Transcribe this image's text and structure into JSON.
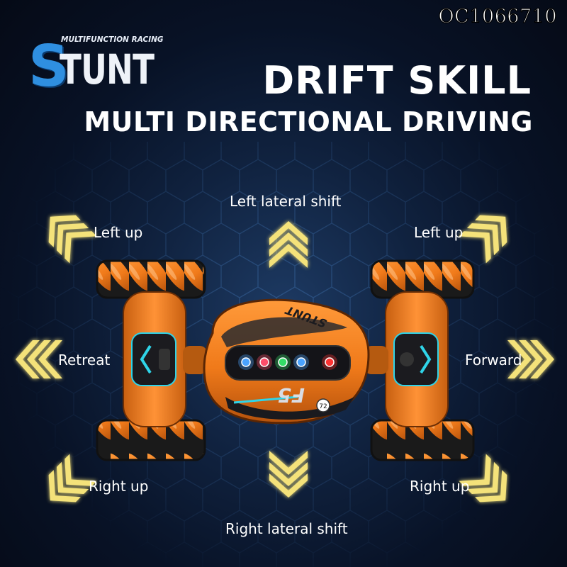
{
  "product_code": "OC1066710",
  "logo": {
    "subtitle": "MULTIFUNCTION RACING",
    "initial": "S",
    "rest": "TUNT"
  },
  "headline": "DRIFT SKILL",
  "subheadline": "MULTI DIRECTIONAL DRIVING",
  "directions": {
    "left_lateral_shift": "Left lateral shift",
    "left_up_left": "Left up",
    "left_up_right": "Left up",
    "retreat": "Retreat",
    "forward": "Forward",
    "right_up_left": "Right up",
    "right_up_right": "Right up",
    "right_lateral_shift": "Right lateral shift"
  },
  "car": {
    "body_text": "STUNT",
    "model_text": "F5",
    "badge_text": "72",
    "body_color": "#f07a1a",
    "arrow_color": "#f4e27a",
    "led_colors": [
      "#4aa3ff",
      "#ff4d6a",
      "#33dd66",
      "#4aa3ff",
      "#ff3333"
    ]
  },
  "colors": {
    "logo_blue": "#2f8fe0",
    "background": "#0a1630"
  }
}
